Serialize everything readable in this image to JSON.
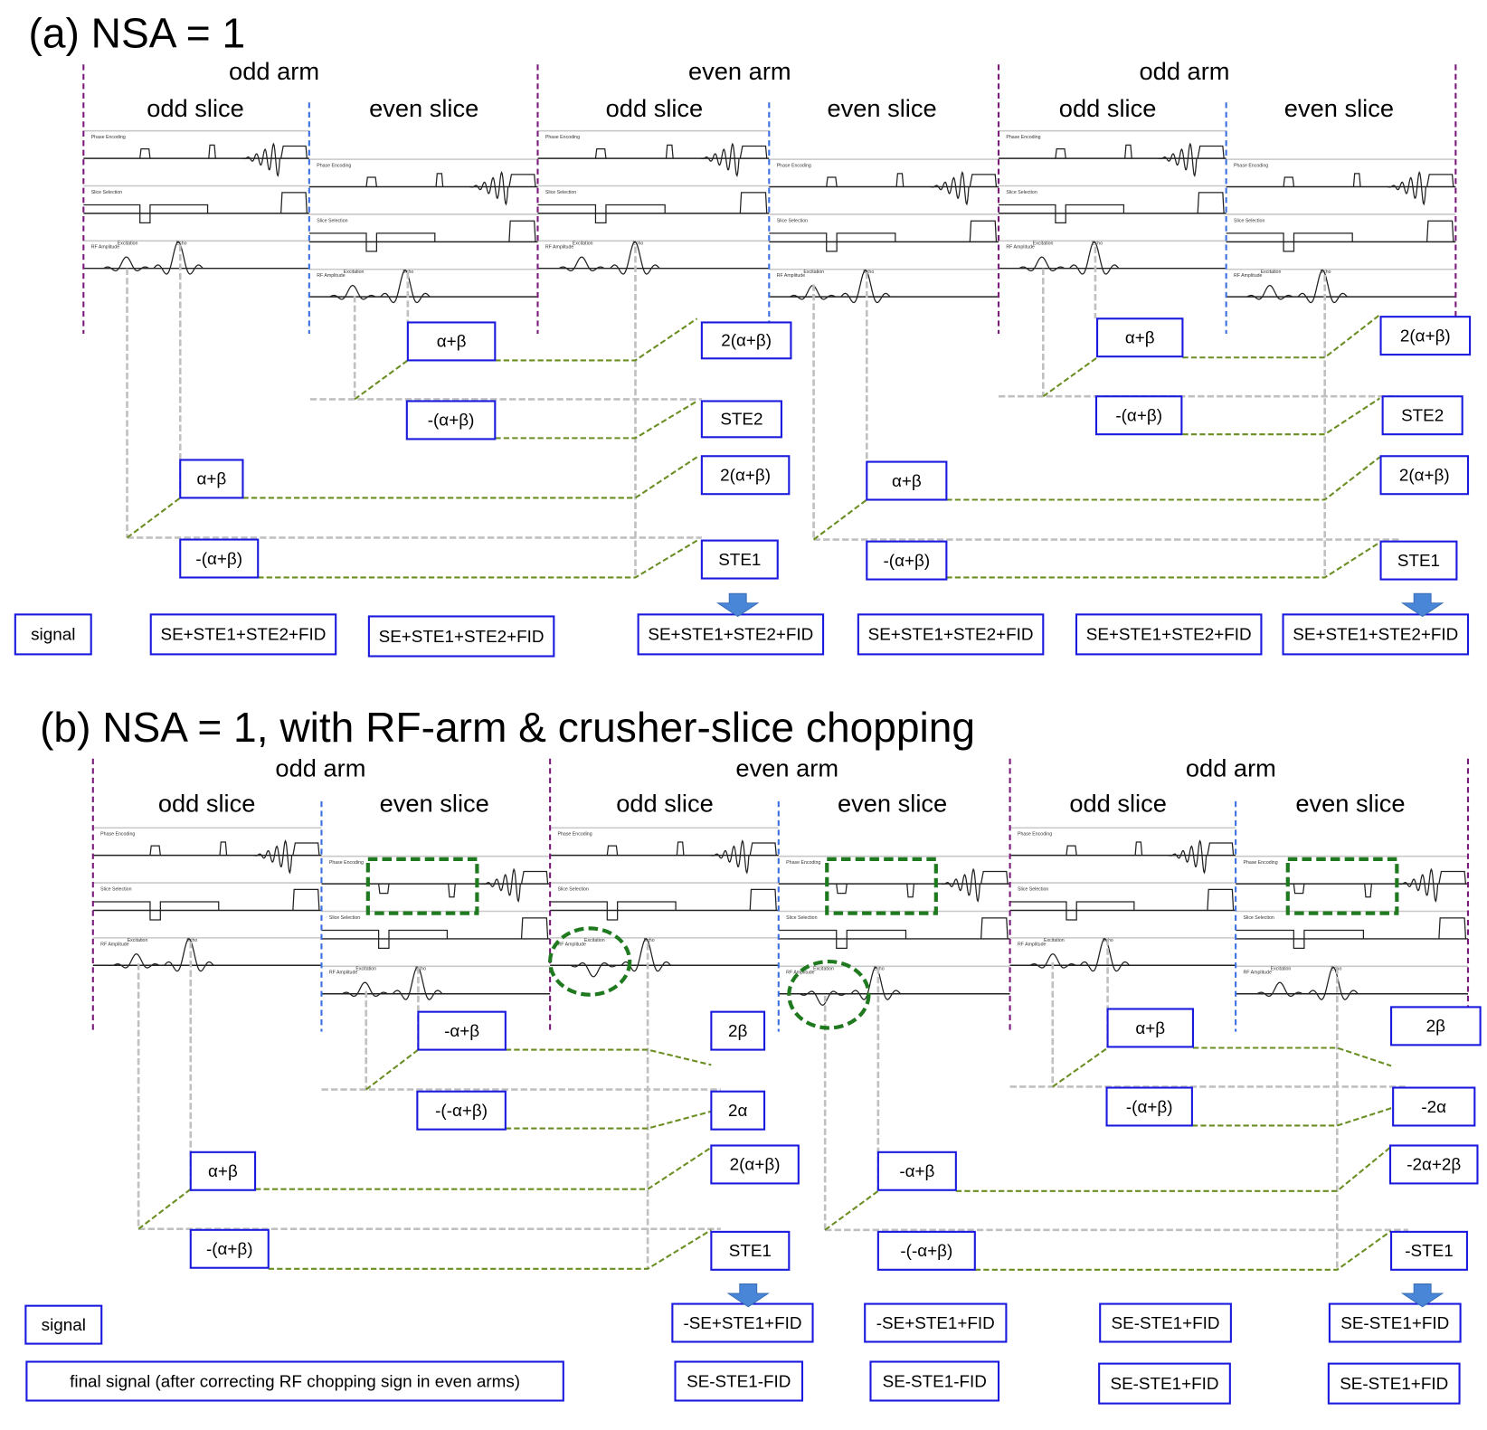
{
  "panel_a": {
    "title": "(a) NSA = 1",
    "arms": [
      "odd arm",
      "even arm",
      "odd arm"
    ],
    "slices": [
      "odd slice",
      "even slice",
      "odd slice",
      "even slice",
      "odd slice",
      "even slice"
    ],
    "boxes": [
      "α+β",
      "2(α+β)",
      "-(α+β)",
      "STE2",
      "α+β",
      "2(α+β)",
      "-(α+β)",
      "STE1",
      "α+β",
      "2(α+β)",
      "-(α+β)",
      "STE1",
      "α+β",
      "2(α+β)",
      "-(α+β)",
      "STE2"
    ],
    "signal_label": "signal",
    "signals": [
      "SE+STE1+STE2+FID",
      "SE+STE1+STE2+FID",
      "SE+STE1+STE2+FID",
      "SE+STE1+STE2+FID",
      "SE+STE1+STE2+FID",
      "SE+STE1+STE2+FID"
    ]
  },
  "panel_b": {
    "title": "(b) NSA = 1, with RF-arm & crusher-slice chopping",
    "arms": [
      "odd arm",
      "even arm",
      "odd arm"
    ],
    "slices": [
      "odd slice",
      "even slice",
      "odd slice",
      "even slice",
      "odd slice",
      "even slice"
    ],
    "boxes": [
      "-α+β",
      "2β",
      "-(-α+β)",
      "2α",
      "α+β",
      "2(α+β)",
      "-(α+β)",
      "STE1",
      "α+β",
      "2β",
      "-(α+β)",
      "-2α",
      "-α+β",
      "-2α+2β",
      "-(-α+β)",
      "-STE1"
    ],
    "signal_label": "signal",
    "signals": [
      "-SE+STE1+FID",
      "-SE+STE1+FID",
      "SE-STE1+FID",
      "SE-STE1+FID"
    ],
    "final_label": "final signal (after correcting RF chopping sign in even arms)",
    "final_signals": [
      "SE-STE1-FID",
      "SE-STE1-FID",
      "SE-STE1+FID",
      "SE-STE1+FID"
    ]
  },
  "waveform_labels": {
    "phase": "Phase Encoding",
    "slice": "Slice Selection",
    "rf": "RF Amplitude",
    "excitation": "Excitation",
    "echo": "Echo"
  },
  "colors": {
    "arm_divider": "#7a1a7a",
    "slice_divider": "#3b6fe0",
    "box_border": "#1a1adf",
    "coherence_path": "#6b8e23",
    "guide": "#c0c0c0",
    "arrow": "#4a86d8"
  }
}
